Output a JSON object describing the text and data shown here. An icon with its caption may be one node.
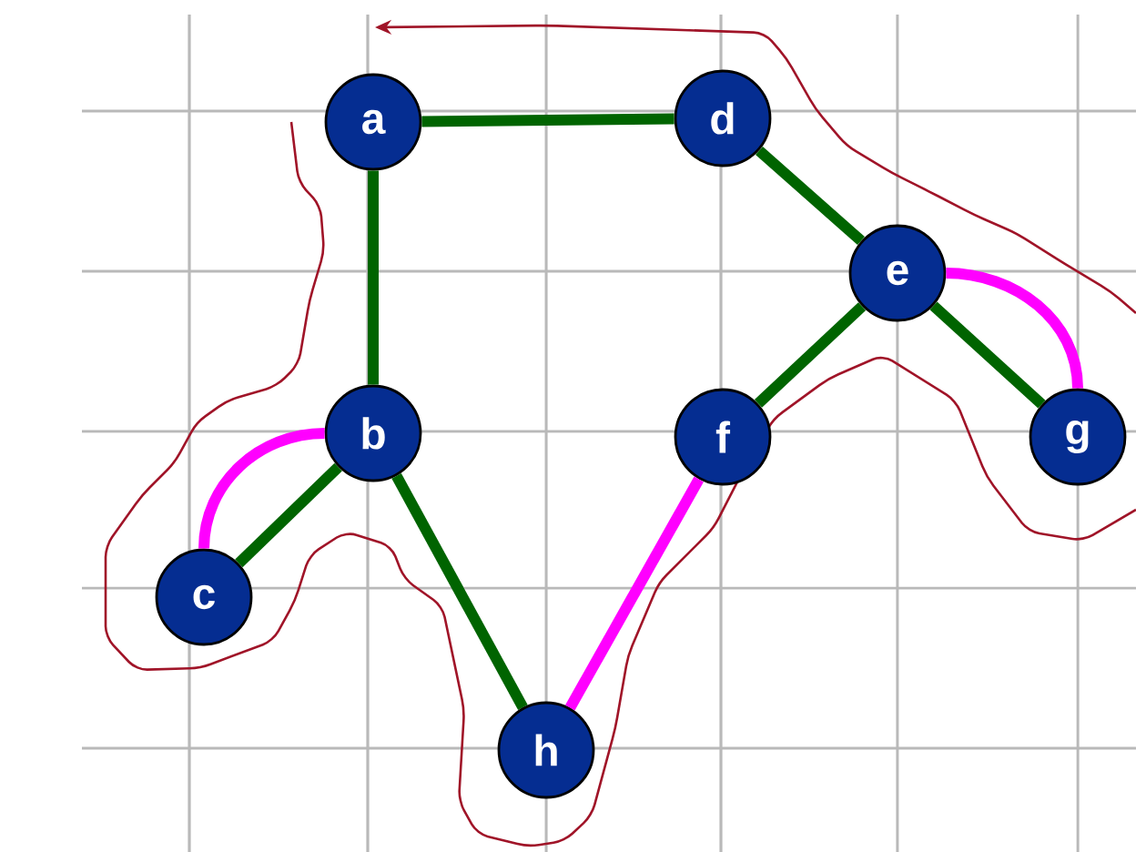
{
  "diagram": {
    "nodes": [
      {
        "text": [
          "a"
        ]
      },
      {
        "text": [
          "d"
        ]
      },
      {
        "text": [
          "e"
        ]
      },
      {
        "text": [
          "b"
        ]
      },
      {
        "text": [
          "f"
        ]
      },
      {
        "text": [
          "g"
        ]
      },
      {
        "text": [
          "c"
        ]
      },
      {
        "text": [
          "h"
        ]
      }
    ],
    "edges": [
      {
        "from": 0,
        "to": 1,
        "arrow": "none"
      },
      {
        "from": 0,
        "to": 3,
        "arrow": "none"
      },
      {
        "from": 1,
        "to": 2,
        "arrow": "none"
      },
      {
        "from": 2,
        "to": 4,
        "arrow": "none"
      },
      {
        "from": 2,
        "to": 5,
        "arrow": "none"
      },
      {
        "from": 2,
        "to": 5,
        "arrow": "none",
        "color": "#ff00ff"
      },
      {
        "from": 3,
        "to": 6,
        "arrow": "none"
      },
      {
        "from": 3,
        "to": 6,
        "arrow": "none",
        "color": "#ff00ff"
      },
      {
        "from": 3,
        "to": 7,
        "arrow": "none"
      },
      {
        "from": 4,
        "to": 7,
        "arrow": "none",
        "color": "#ff00ff"
      }
    ]
  }
}
